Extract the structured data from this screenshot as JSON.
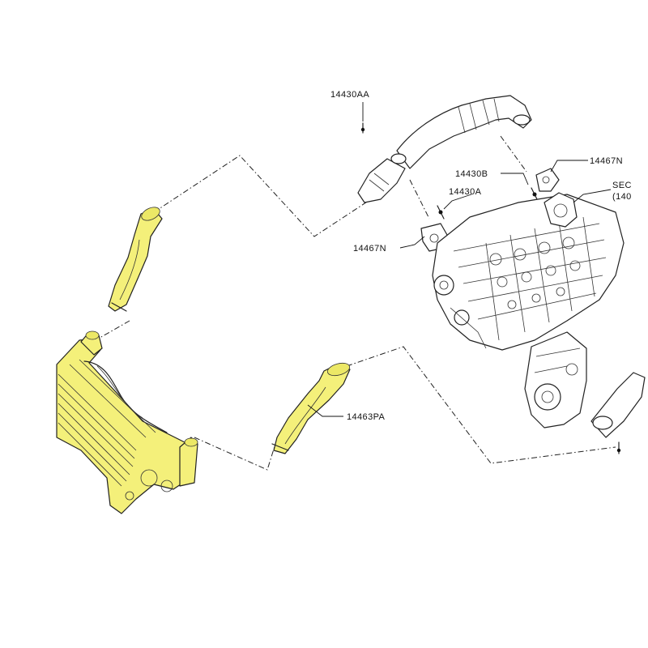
{
  "callouts": {
    "p14430AA": "14430AA",
    "p14467N_top": "14467N",
    "p14430B": "14430B",
    "p14430A": "14430A",
    "p14467N_left": "14467N",
    "sec_line1": "SEC",
    "sec_line2": "(140",
    "p14463PA": "14463PA"
  },
  "colors": {
    "highlight": "#f4f07a",
    "line": "#222222",
    "background": "#ffffff"
  }
}
